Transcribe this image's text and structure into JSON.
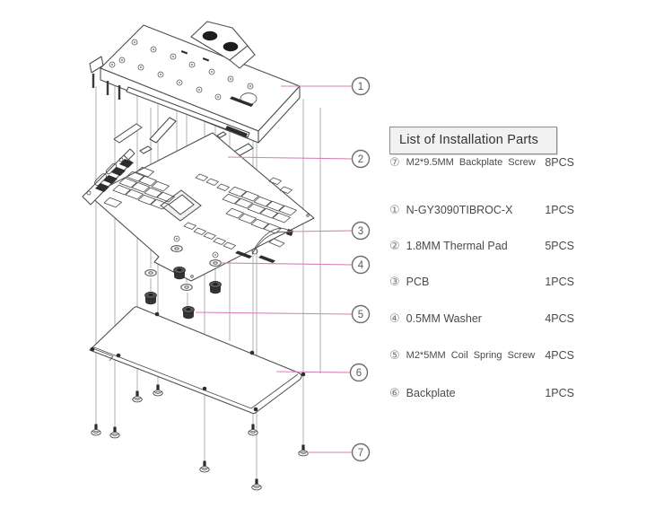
{
  "panel": {
    "title": "List of Installation Parts",
    "parts": [
      {
        "num": "①",
        "name": "N-GY3090TIBROC-X",
        "qty": "1PCS"
      },
      {
        "num": "②",
        "name": "1.8MM Thermal Pad",
        "qty": "5PCS"
      },
      {
        "num": "③",
        "name": "PCB",
        "qty": "1PCS"
      },
      {
        "num": "④",
        "name": "0.5MM Washer",
        "qty": "4PCS"
      },
      {
        "num": "⑤",
        "name": "M2*5MM Coil Spring Screw",
        "qty": "4PCS"
      },
      {
        "num": "⑥",
        "name": "Backplate",
        "qty": "1PCS"
      },
      {
        "num": "⑦",
        "name": "M2*9.5MM Backplate Screw",
        "qty": "8PCS"
      }
    ]
  },
  "diagram": {
    "callouts": [
      "1",
      "2",
      "3",
      "4",
      "5",
      "6",
      "7"
    ],
    "leader_color": "#d483b8",
    "line_color": "#4a4a4a"
  }
}
